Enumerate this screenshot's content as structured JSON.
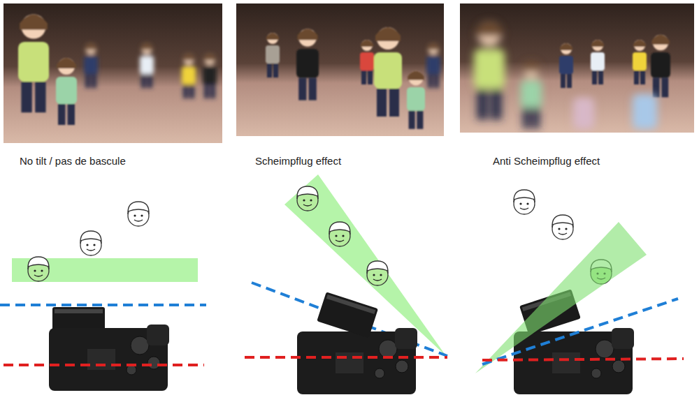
{
  "diagram": {
    "labels": [
      "No tilt / pas de bascule",
      "Scheimpflug effect",
      "Anti Scheimpflug effect"
    ]
  }
}
